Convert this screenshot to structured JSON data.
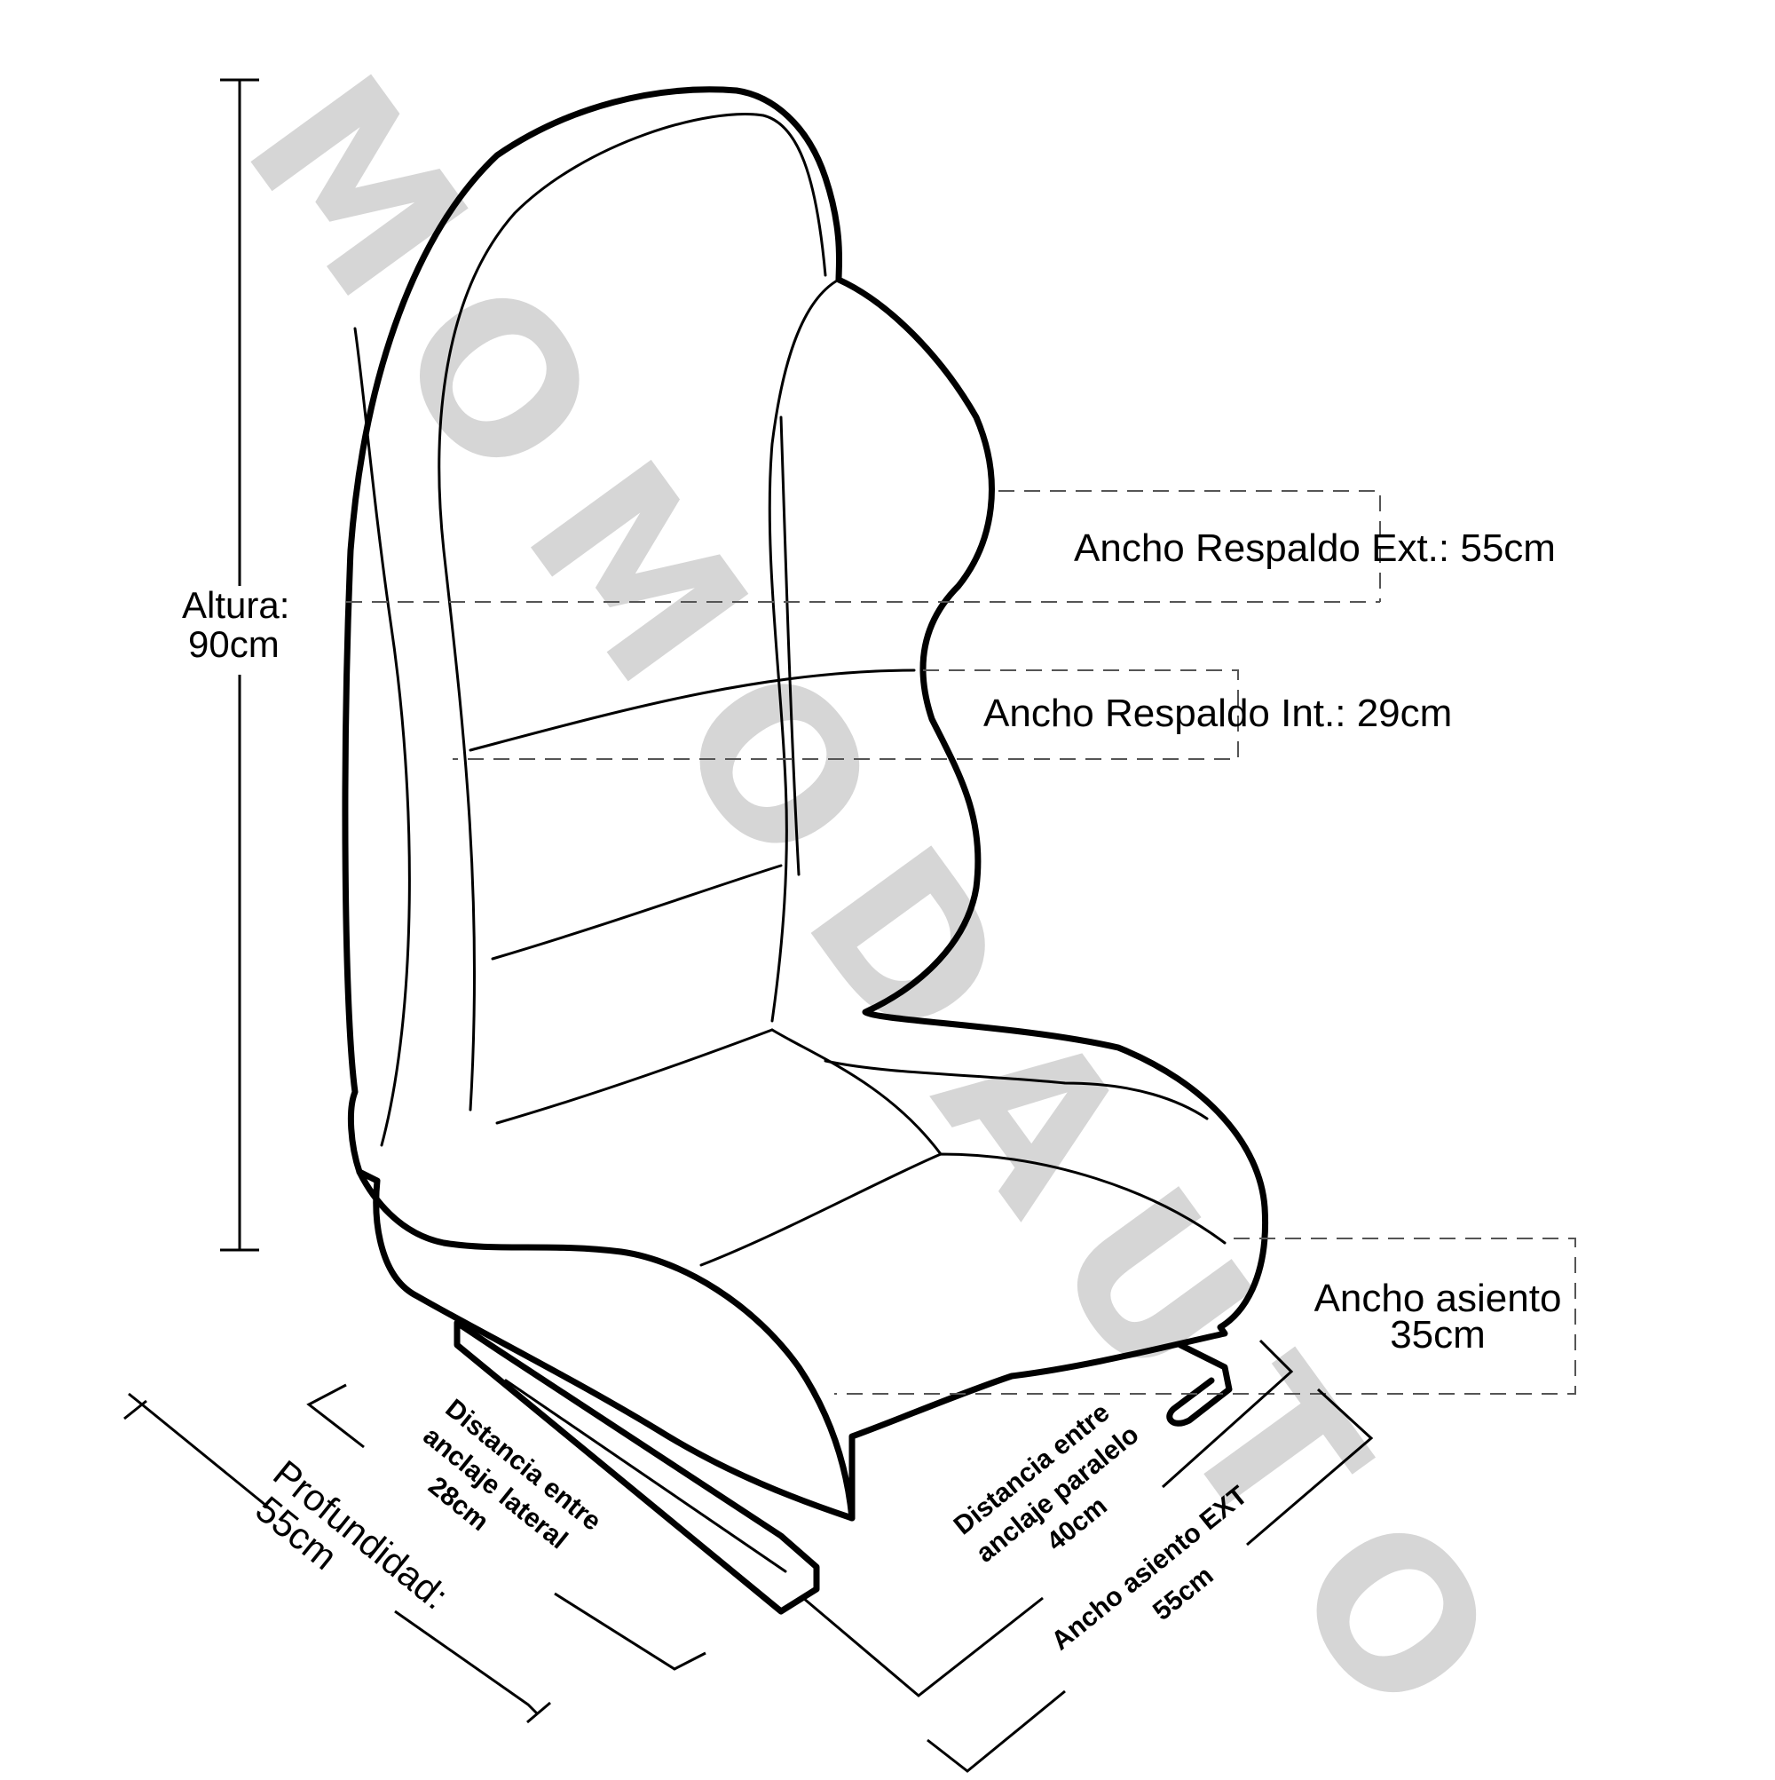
{
  "watermark": "MOMODAUTO",
  "dimensions": {
    "altura": {
      "line1": "Altura:",
      "line2": "90cm"
    },
    "respaldo_ext": "Ancho Respaldo Ext.:  55cm",
    "respaldo_int": "Ancho Respaldo Int.:  29cm",
    "asiento": {
      "line1": "Ancho asiento",
      "line2": "35cm"
    },
    "anclaje_lateral": {
      "line1": "Distancia entre",
      "line2": "anclaje lateral",
      "line3": "28cm"
    },
    "profundidad": {
      "line1": "Profundidad:",
      "line2": "55cm"
    },
    "anclaje_paralelo": {
      "line1": "Distancia entre",
      "line2": "anclaje paralelo",
      "line3": "40cm"
    },
    "asiento_ext": {
      "line1": "Ancho asiento EXT",
      "line2": "55cm"
    }
  }
}
